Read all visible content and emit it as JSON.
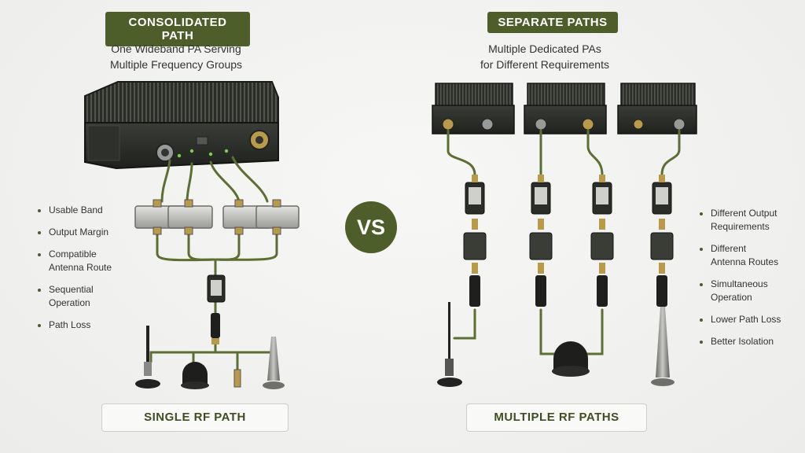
{
  "left": {
    "badge": "CONSOLIDATED PATH",
    "subtitle_line1": "One Wideband PA Serving",
    "subtitle_line2": "Multiple Frequency Groups",
    "bullets": [
      {
        "line1": "Usable Band",
        "line2": ""
      },
      {
        "line1": "Output Margin",
        "line2": ""
      },
      {
        "line1": "Compatible",
        "line2": "Antenna Route"
      },
      {
        "line1": "Sequential",
        "line2": "Operation"
      },
      {
        "line1": "Path Loss",
        "line2": ""
      }
    ],
    "footer": "SINGLE RF PATH"
  },
  "center": {
    "vs": "VS"
  },
  "right": {
    "badge": "SEPARATE PATHS",
    "subtitle_line1": "Multiple Dedicated PAs",
    "subtitle_line2": "for Different Requirements",
    "bullets": [
      {
        "line1": "Different Output",
        "line2": "Requirements"
      },
      {
        "line1": "Different",
        "line2": "Antenna Routes"
      },
      {
        "line1": "Simultaneous",
        "line2": "Operation"
      },
      {
        "line1": "Lower Path Loss",
        "line2": ""
      },
      {
        "line1": "Better Isolation",
        "line2": ""
      }
    ],
    "footer": "MULTIPLE RF PATHS"
  },
  "colors": {
    "accent": "#4d5e2b",
    "cable": "#5d6e33",
    "chassis": "#2d302b",
    "connector": "#b89a4a"
  }
}
